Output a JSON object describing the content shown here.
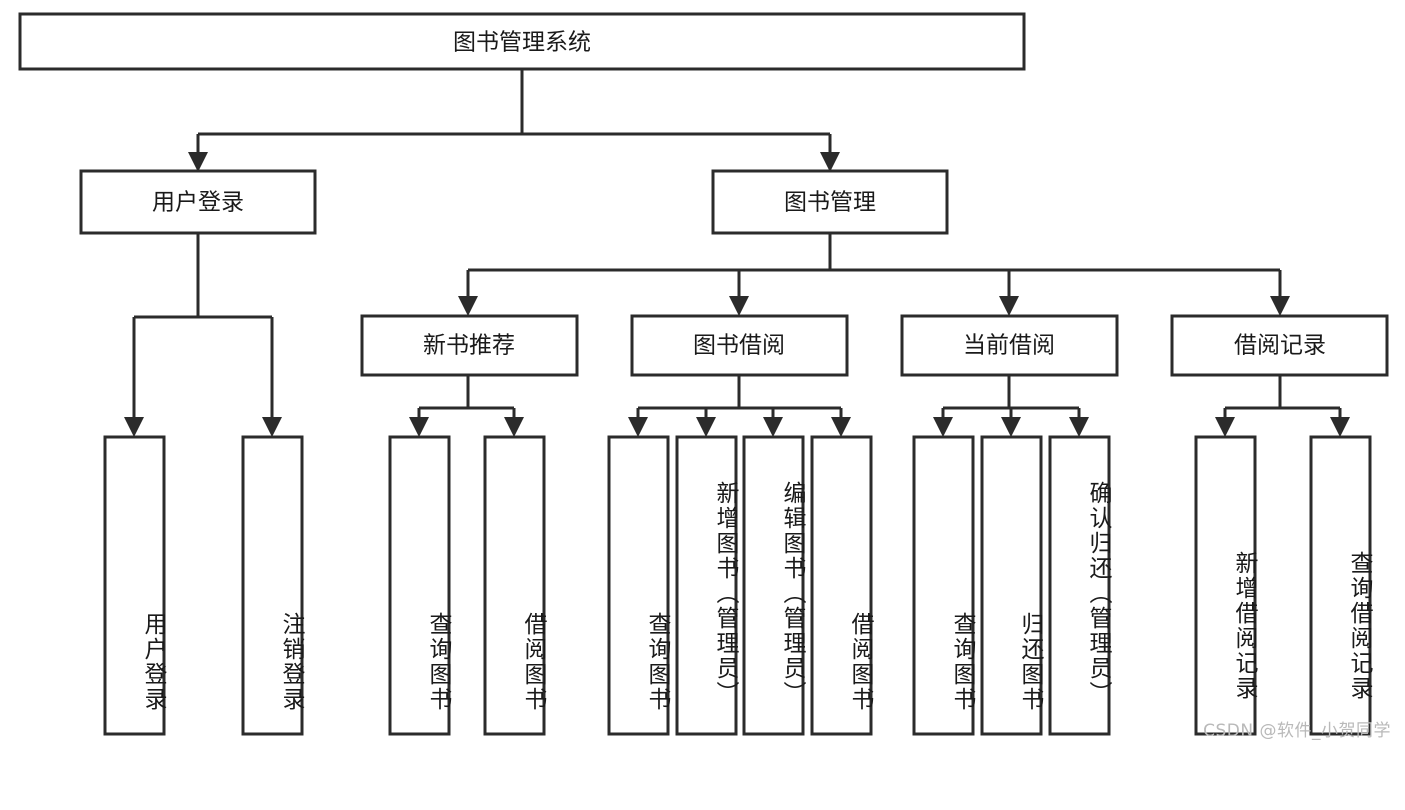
{
  "diagram": {
    "type": "tree-hierarchy",
    "title": "图书管理系统",
    "root": {
      "id": "root",
      "label": "图书管理系统"
    },
    "level2": [
      {
        "id": "user-login",
        "label": "用户登录"
      },
      {
        "id": "book-management",
        "label": "图书管理"
      }
    ],
    "level3": [
      {
        "id": "new-book-recommend",
        "label": "新书推荐",
        "parent": "book-management"
      },
      {
        "id": "book-borrow",
        "label": "图书借阅",
        "parent": "book-management"
      },
      {
        "id": "current-borrow",
        "label": "当前借阅",
        "parent": "book-management"
      },
      {
        "id": "borrow-record",
        "label": "借阅记录",
        "parent": "book-management"
      }
    ],
    "leaves": [
      {
        "id": "leaf-user-login",
        "label": "用户登录",
        "parent": "user-login"
      },
      {
        "id": "leaf-logout",
        "label": "注销登录",
        "parent": "user-login"
      },
      {
        "id": "leaf-query-book-1",
        "label": "查询图书",
        "parent": "new-book-recommend"
      },
      {
        "id": "leaf-borrow-book-1",
        "label": "借阅图书",
        "parent": "new-book-recommend"
      },
      {
        "id": "leaf-query-book-2",
        "label": "查询图书",
        "parent": "book-borrow"
      },
      {
        "id": "leaf-add-book",
        "label": "新增图书（管理员）",
        "parent": "book-borrow"
      },
      {
        "id": "leaf-edit-book",
        "label": "编辑图书（管理员）",
        "parent": "book-borrow"
      },
      {
        "id": "leaf-borrow-book-2",
        "label": "借阅图书",
        "parent": "book-borrow"
      },
      {
        "id": "leaf-query-book-3",
        "label": "查询图书",
        "parent": "current-borrow"
      },
      {
        "id": "leaf-return-book",
        "label": "归还图书",
        "parent": "current-borrow"
      },
      {
        "id": "leaf-confirm-return",
        "label": "确认归还（管理员）",
        "parent": "current-borrow"
      },
      {
        "id": "leaf-add-record",
        "label": "新增借阅记录",
        "parent": "borrow-record"
      },
      {
        "id": "leaf-query-record",
        "label": "查询借阅记录",
        "parent": "borrow-record"
      }
    ],
    "watermark": "CSDN @软件_小贺同学",
    "colors": {
      "stroke": "#2b2b2b",
      "fill": "#ffffff",
      "text": "#1a1a1a",
      "watermark": "#b9b9b9",
      "background": "#ffffff"
    }
  }
}
